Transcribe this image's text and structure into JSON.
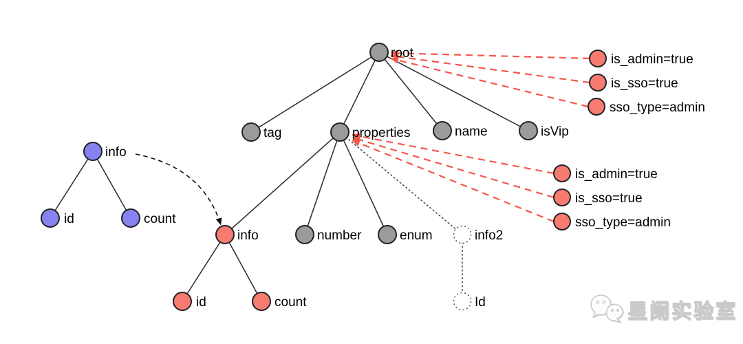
{
  "colors": {
    "node_gray": "#9b9b9b",
    "node_red": "#f87b72",
    "node_blue": "#8583f0",
    "edge_red": "#f5574b",
    "arrow_black": "#111111"
  },
  "main_tree": {
    "root_label": "root",
    "level1": {
      "tag": "tag",
      "properties": "properties",
      "name": "name",
      "isVip": "isVip"
    },
    "properties_children": {
      "info": "info",
      "number": "number",
      "enum": "enum",
      "info2": "info2"
    },
    "info_children": {
      "id": "id",
      "count": "count"
    },
    "info2_children": {
      "id": "Id"
    }
  },
  "source_tree": {
    "root_label": "info",
    "children": {
      "id": "id",
      "count": "count"
    }
  },
  "root_attributes": [
    "is_admin=true",
    "is_sso=true",
    "sso_type=admin"
  ],
  "properties_attributes": [
    "is_admin=true",
    "is_sso=true",
    "sso_type=admin"
  ],
  "watermark": {
    "text": "星阑实验室",
    "icon": "wechat-icon"
  }
}
